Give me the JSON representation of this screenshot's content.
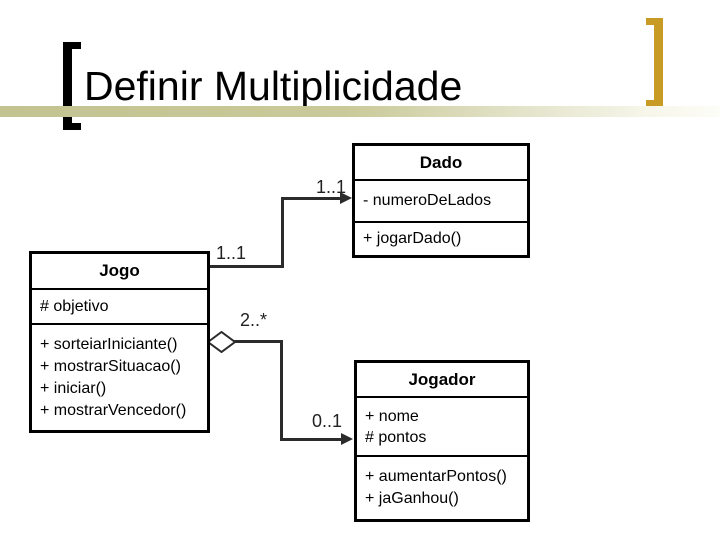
{
  "slide": {
    "title": "Definir Multiplicidade"
  },
  "colors": {
    "title_text": "#000000",
    "underline_band": "#c6c697",
    "left_bracket": "#000000",
    "right_bracket": "#c89b25",
    "connector": "#2b2b2b"
  },
  "diagram": {
    "classes": [
      {
        "name": "Dado",
        "attributes": [
          "- numeroDeLados"
        ],
        "methods": [
          "+ jogarDado()"
        ]
      },
      {
        "name": "Jogo",
        "attributes": [
          "# objetivo"
        ],
        "methods": [
          "+ sorteiarIniciante()",
          "+ mostrarSituacao()",
          "+ iniciar()",
          "+ mostrarVencedor()"
        ]
      },
      {
        "name": "Jogador",
        "attributes": [
          "+ nome",
          "# pontos"
        ],
        "methods": [
          "+ aumentarPontos()",
          "+ jaGanhou()"
        ]
      }
    ],
    "associations": [
      {
        "type": "association",
        "from": "Jogo",
        "to": "Dado",
        "multiplicity_near_jogo": "1..1",
        "multiplicity_near_dado": "1..1"
      },
      {
        "type": "aggregation",
        "from": "Jogo",
        "to": "Jogador",
        "multiplicity_near_jogo": "2..*",
        "multiplicity_near_jogador": "0..1"
      }
    ]
  }
}
